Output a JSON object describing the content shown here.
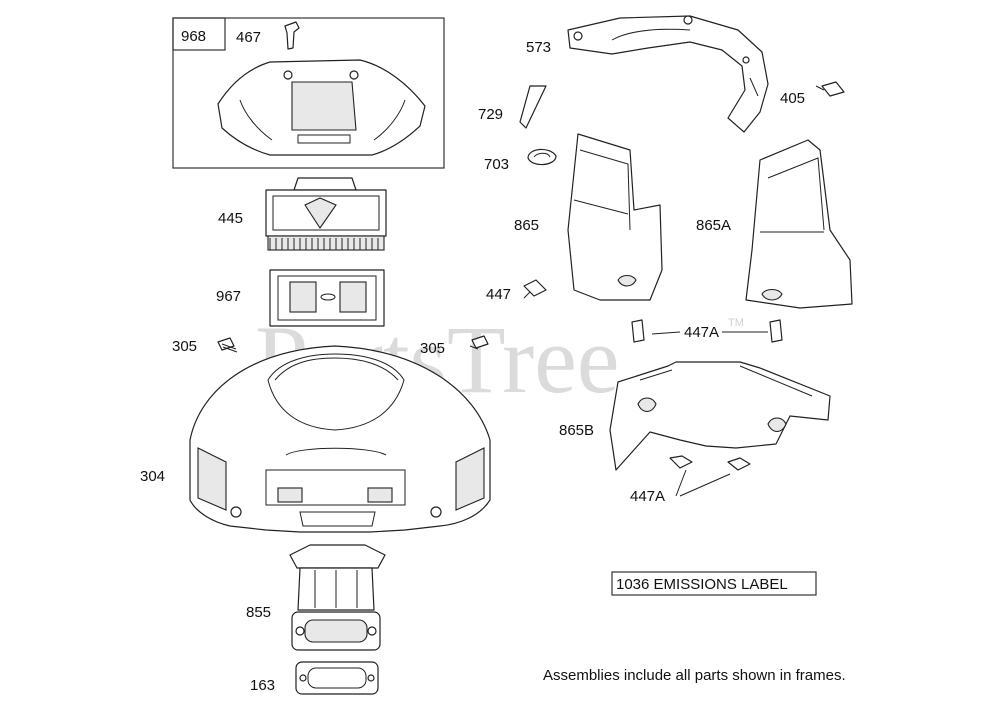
{
  "watermark": {
    "text": "PartsTree",
    "tm": "TM"
  },
  "labels": {
    "p968": "968",
    "p467": "467",
    "p445": "445",
    "p967": "967",
    "p305a": "305",
    "p305b": "305",
    "p304": "304",
    "p855": "855",
    "p163": "163",
    "p573": "573",
    "p729": "729",
    "p405": "405",
    "p703": "703",
    "p865": "865",
    "p865a": "865A",
    "p447": "447",
    "p447a1": "447A",
    "p865b": "865B",
    "p447a2": "447A"
  },
  "emissions_label": "1036 EMISSIONS LABEL",
  "footnote": "Assemblies include all parts shown in frames."
}
